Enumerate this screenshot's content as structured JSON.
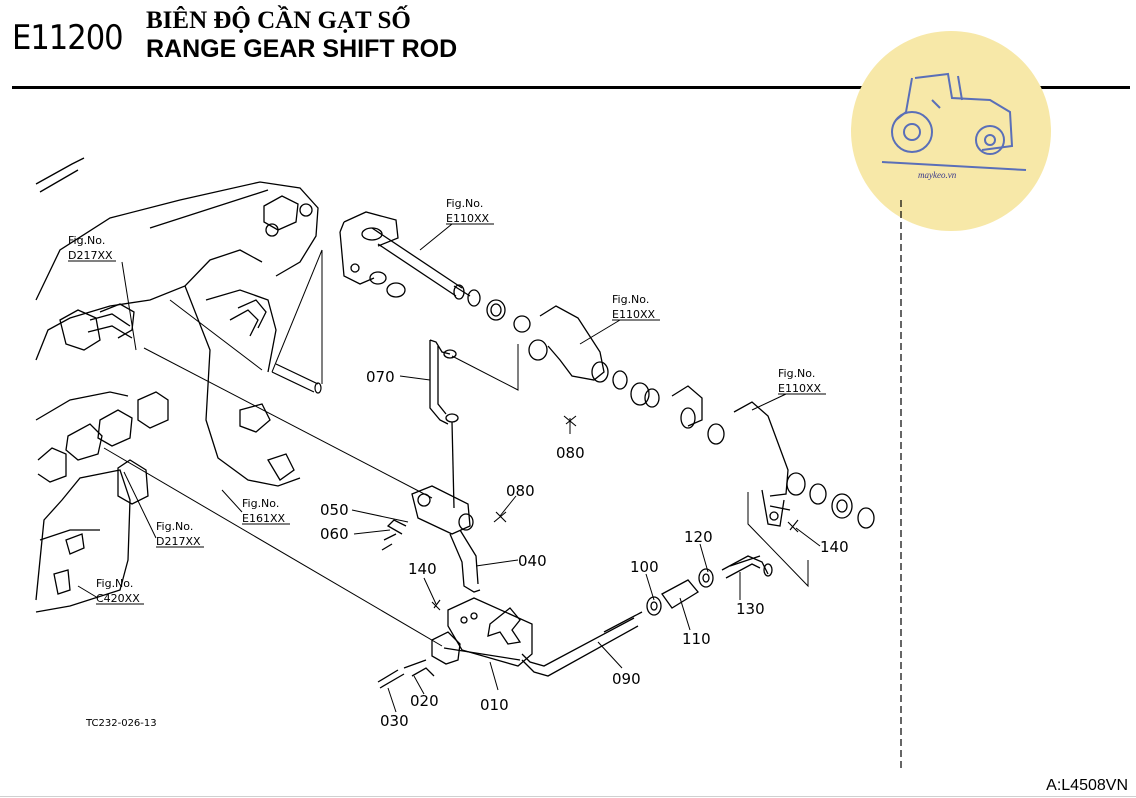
{
  "header": {
    "code": "E11200",
    "title_vn": "BIÊN ĐỘ CẦN GẠT SỐ",
    "title_en": "RANGE GEAR SHIFT ROD"
  },
  "watermark": {
    "text": "maykeo.vn",
    "circle_color": "#f7e8a8",
    "icon": "tractor-icon"
  },
  "diagram": {
    "image_id": "TC232-026-13",
    "fig_refs": [
      {
        "line1": "Fig.No.",
        "line2": "E110XX"
      },
      {
        "line1": "Fig.No.",
        "line2": "D217XX"
      },
      {
        "line1": "Fig.No.",
        "line2": "E110XX"
      },
      {
        "line1": "Fig.No.",
        "line2": "E110XX"
      },
      {
        "line1": "Fig.No.",
        "line2": "E161XX"
      },
      {
        "line1": "Fig.No.",
        "line2": "D217XX"
      },
      {
        "line1": "Fig.No.",
        "line2": "C420XX"
      }
    ],
    "part_labels": [
      "070",
      "080",
      "080",
      "050",
      "060",
      "040",
      "140",
      "140",
      "120",
      "100",
      "130",
      "110",
      "090",
      "010",
      "020",
      "030"
    ]
  },
  "footer": {
    "page_ref": "A:L4508VN"
  }
}
